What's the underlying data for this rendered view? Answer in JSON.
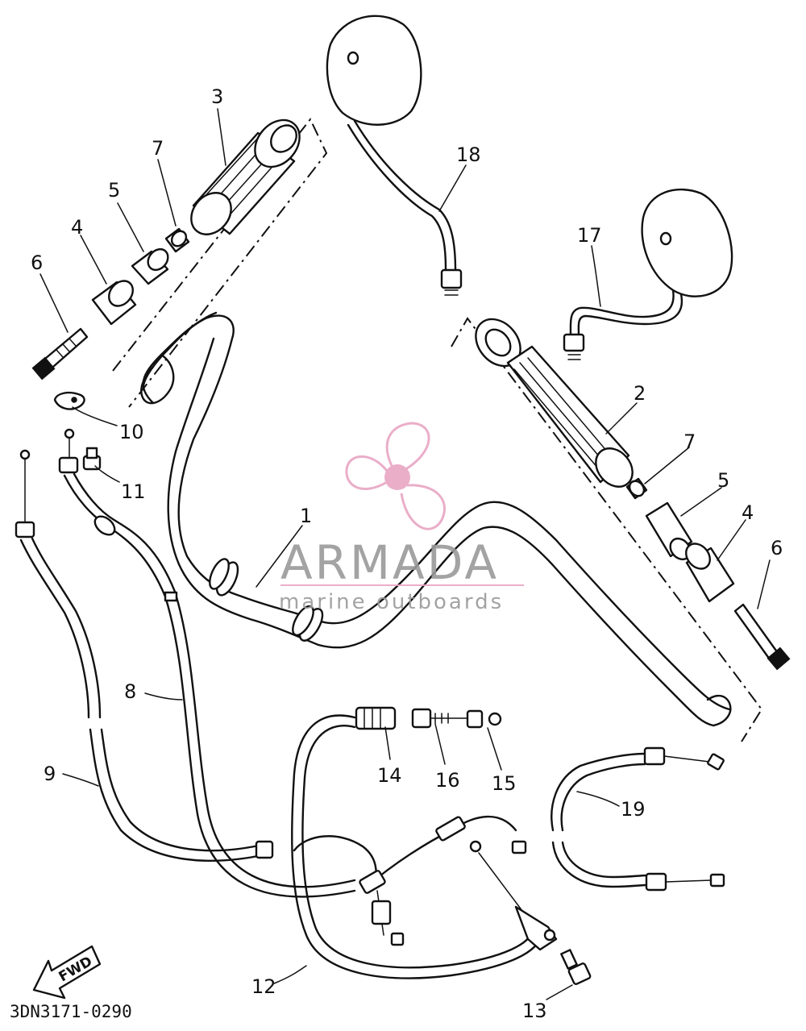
{
  "diagram": {
    "code": "3DN3171-0290",
    "fwd": "FWD",
    "callouts": [
      "1",
      "2",
      "3",
      "4",
      "5",
      "6",
      "7",
      "8",
      "9",
      "10",
      "11",
      "12",
      "13",
      "14",
      "15",
      "16",
      "17",
      "18",
      "19"
    ]
  },
  "watermark": {
    "brand": "ARMADA",
    "tagline": "marine outboards",
    "color": "#e8a6c4"
  }
}
